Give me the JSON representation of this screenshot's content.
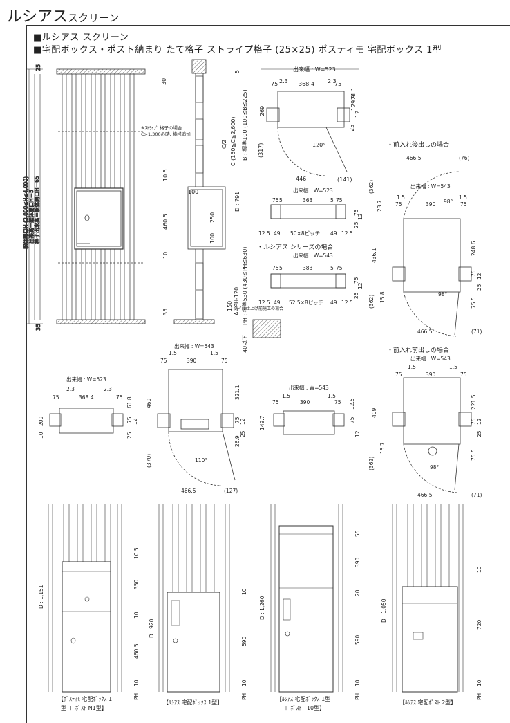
{
  "header": {
    "title_main": "ルシアス",
    "title_sub": "スクリーン",
    "line1": "■ルシアス スクリーン",
    "line2": "■宅配ボックス・ポスト納まり たて格子 ストライプ格子 (25×25) ポスティモ 宅配ボックス 1型"
  },
  "elev_main": {
    "top": "25",
    "bottom": "35",
    "v1": "躯体開口H (2,000≦H≦4,000)",
    "v2": "出来高＝躯体開口H－5",
    "v3": "格子出来高＝躯体開口H－65"
  },
  "section": {
    "d30": "30",
    "d5": "5",
    "c2": "C/2",
    "c_range": "C (150≦C≦2,600)",
    "b": "B : 標準100 (100≦B≦225)",
    "note1": "※ｽﾄﾗｲﾌﾟ 格子の場合",
    "note2": "C>1,300の時, 横桟追加",
    "d105": "10.5",
    "d4605": "460.5",
    "d10": "10",
    "d100a": "100",
    "d250": "250",
    "d100b": "100",
    "dd": "D : 791",
    "d35": "35",
    "d150": "150",
    "a": "A=PH-120",
    "ph": "PH : 標準530 (430≦PH≦630)",
    "tile": "タイル仕上げ前施工の場合",
    "d40": "40以下"
  },
  "plan1": {
    "w": "出来幅 : W=523",
    "a": "2.3",
    "b": "368.4",
    "c": "2.3",
    "l75": "75",
    "r75": "75",
    "d269": "269",
    "d317": "(317)",
    "d12": "12",
    "d25": "25",
    "d129": "129.9",
    "d21": "21.1",
    "ang": "120°",
    "w446": "446",
    "d141": "(141)"
  },
  "plan2": {
    "w": "出来幅 : W=523",
    "a": "75",
    "b": "5",
    "c": "363",
    "d": "5",
    "e": "75",
    "f": "12.5",
    "g": "49",
    "h": "50×8ピッチ",
    "i": "49",
    "j": "12.5",
    "k": "25",
    "l": "12",
    "m": "75"
  },
  "plan3": {
    "label": "・ルシアス シリーズの場合",
    "w": "出来幅 : W=543",
    "a": "75",
    "b": "5",
    "c": "383",
    "d": "5",
    "e": "75",
    "f": "12.5",
    "g": "49",
    "h": "52.5×8ピッチ",
    "i": "49",
    "j": "12.5",
    "k": "25",
    "l": "12",
    "m": "75"
  },
  "back": {
    "label": "・前入れ後出しの場合",
    "w4665": "466.5",
    "d76": "(76)",
    "w": "出来幅 : W=543",
    "a": "1.5",
    "b": "390",
    "c": "1.5",
    "d75a": "75",
    "d75b": "75",
    "ang": "98°",
    "d362": "(362)",
    "d237": "23.7",
    "d4361": "436.1",
    "d2486": "248.6",
    "d75": "75",
    "d12": "12",
    "d158": "15.8",
    "d755": "75.5",
    "d25": "25",
    "d362b": "(362)",
    "ang2": "98°",
    "w2": "466.5",
    "d71": "(71)"
  },
  "front": {
    "label": "・前入れ前出しの場合",
    "w": "出来幅 : W=543",
    "a": "1.5",
    "b": "390",
    "c": "1.5",
    "d75a": "75",
    "d75b": "75",
    "d409": "409",
    "d2215": "221.5",
    "d75": "75",
    "d12": "12",
    "d157": "15.7",
    "d755": "75.5",
    "d25": "25",
    "d362": "(362)",
    "ang": "98°",
    "w4665": "466.5",
    "d71": "(71)"
  },
  "plan4": {
    "w": "出来幅 : W=523",
    "a": "2.3",
    "b": "368.4",
    "c": "2.3",
    "l75": "75",
    "r75": "75",
    "d618": "61.8",
    "d200": "200",
    "d10": "10",
    "d75": "75",
    "d12": "12",
    "d25": "25"
  },
  "plan5": {
    "w": "出来幅 : W=543",
    "a": "1.5",
    "b": "390",
    "c": "1.5",
    "l75": "75",
    "r75": "75",
    "d460": "460",
    "d321": "321.1",
    "d75": "75",
    "d12": "12",
    "d269": "26.9",
    "d25": "25",
    "d370": "(370)",
    "ang": "110°",
    "w4665": "466.5",
    "d127": "(127)"
  },
  "plan6": {
    "w": "出来幅 : W=543",
    "a": "1.5",
    "b": "390",
    "c": "1.5",
    "l75": "75",
    "r75": "75",
    "d1497": "149.7",
    "d125": "12.5",
    "d75": "75",
    "d12": "12"
  },
  "elev": [
    {
      "cap1": "【ﾎﾟｽﾃｨﾓ 宅配ﾎﾞｯｸｽ 1",
      "cap2": "型 ＋ ﾎﾟｽﾄ N1型】",
      "d": "D : 1,151",
      "v1": "10.5",
      "v2": "350",
      "v3": "10",
      "v4": "460.5",
      "v5": "10",
      "ph": "PH"
    },
    {
      "cap1": "【ﾙｼｱｽ 宅配ﾎﾞｯｸｽ 1型】",
      "cap2": "",
      "d": "D : 920",
      "v1": "10",
      "v2": "590",
      "v3": "10",
      "ph": "PH"
    },
    {
      "cap1": "【ﾙｼｱｽ 宅配ﾎﾞｯｸｽ 1型",
      "cap2": "＋ ﾎﾟｽﾄ T10型】",
      "d": "D : 1,260",
      "v1": "55",
      "v2": "390",
      "v3": "20",
      "v4": "590",
      "v5": "10",
      "ph": "PH"
    },
    {
      "cap1": "【ﾙｼｱｽ 宅配ﾎﾟｽﾄ 2型】",
      "cap2": "",
      "d": "D : 1,050",
      "v1": "10",
      "v2": "720",
      "v3": "10",
      "ph": "PH"
    }
  ]
}
